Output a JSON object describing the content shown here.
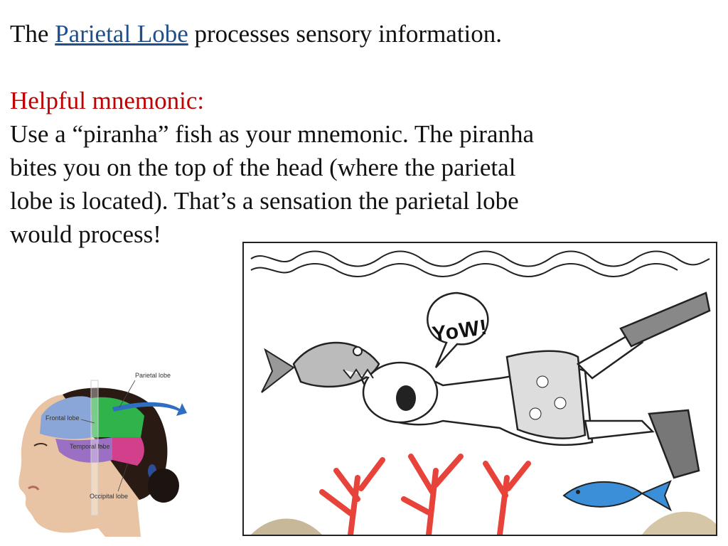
{
  "slide": {
    "line1": {
      "prefix": "The ",
      "link": "Parietal Lobe",
      "suffix": " processes sensory information."
    },
    "heading": "Helpful mnemonic:",
    "body_lines": [
      "Use a “piranha” fish as your mnemonic. The piranha",
      "bites you on the top of the head (where the parietal",
      "lobe is located). That’s a  sensation the parietal lobe",
      "would process!"
    ]
  },
  "brain_figure": {
    "labels": {
      "parietal": "Parietal lobe",
      "frontal": "Frontal lobe",
      "temporal": "Temporal lobe",
      "occipital": "Occipital lobe"
    },
    "colors": {
      "frontal": "#8aa6d8",
      "parietal": "#2fb34a",
      "temporal": "#9b6fc3",
      "occipital": "#d23f8a",
      "arrow": "#2e6fc2"
    }
  },
  "cartoon": {
    "speech": "YoW!",
    "colors": {
      "coral": "#e8433a",
      "fish": "#3a8fd8"
    }
  }
}
